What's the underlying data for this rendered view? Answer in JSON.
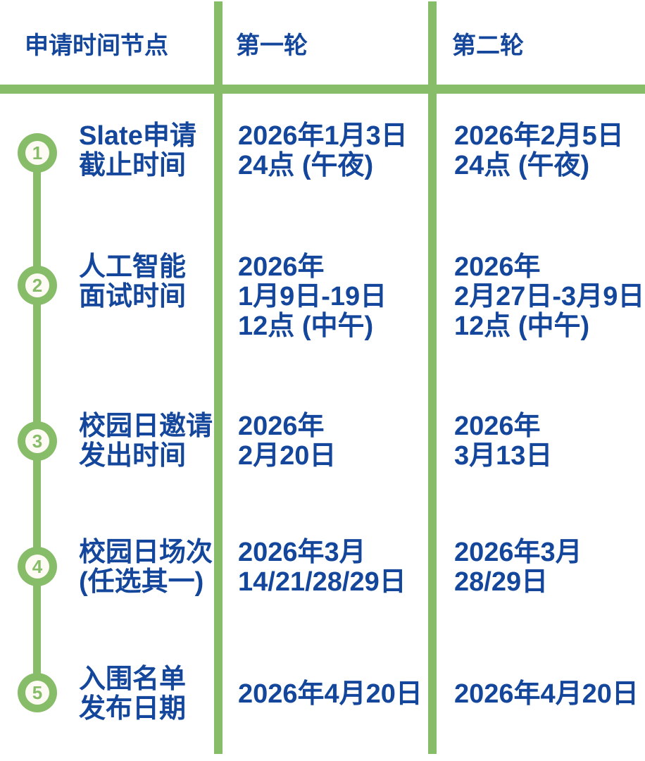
{
  "header": {
    "col_milestone": "申请时间节点",
    "col_round1": "第一轮",
    "col_round2": "第二轮"
  },
  "colors": {
    "green": "#87BC68",
    "blue": "#14479B",
    "cream": "#FDFBF3"
  },
  "rows": [
    {
      "num": "1",
      "label": [
        "Slate申请",
        "截止时间"
      ],
      "round1": [
        "2026年1月3日",
        "24点 (午夜)"
      ],
      "round2": [
        "2026年2月5日",
        "24点 (午夜)"
      ]
    },
    {
      "num": "2",
      "label": [
        "人工智能",
        "面试时间"
      ],
      "round1": [
        "2026年",
        "1月9日-19日",
        "12点 (中午)"
      ],
      "round2": [
        "2026年",
        "2月27日-3月9日",
        "12点 (中午)"
      ]
    },
    {
      "num": "3",
      "label": [
        "校园日邀请",
        "发出时间"
      ],
      "round1": [
        "2026年",
        "2月20日"
      ],
      "round2": [
        "2026年",
        "3月13日"
      ]
    },
    {
      "num": "4",
      "label": [
        "校园日场次",
        "(任选其一)"
      ],
      "round1": [
        "2026年3月",
        "14/21/28/29日"
      ],
      "round2": [
        "2026年3月",
        "28/29日"
      ]
    },
    {
      "num": "5",
      "label": [
        "入围名单",
        "发布日期"
      ],
      "round1": [
        "2026年4月20日"
      ],
      "round2": [
        "2026年4月20日"
      ]
    }
  ]
}
